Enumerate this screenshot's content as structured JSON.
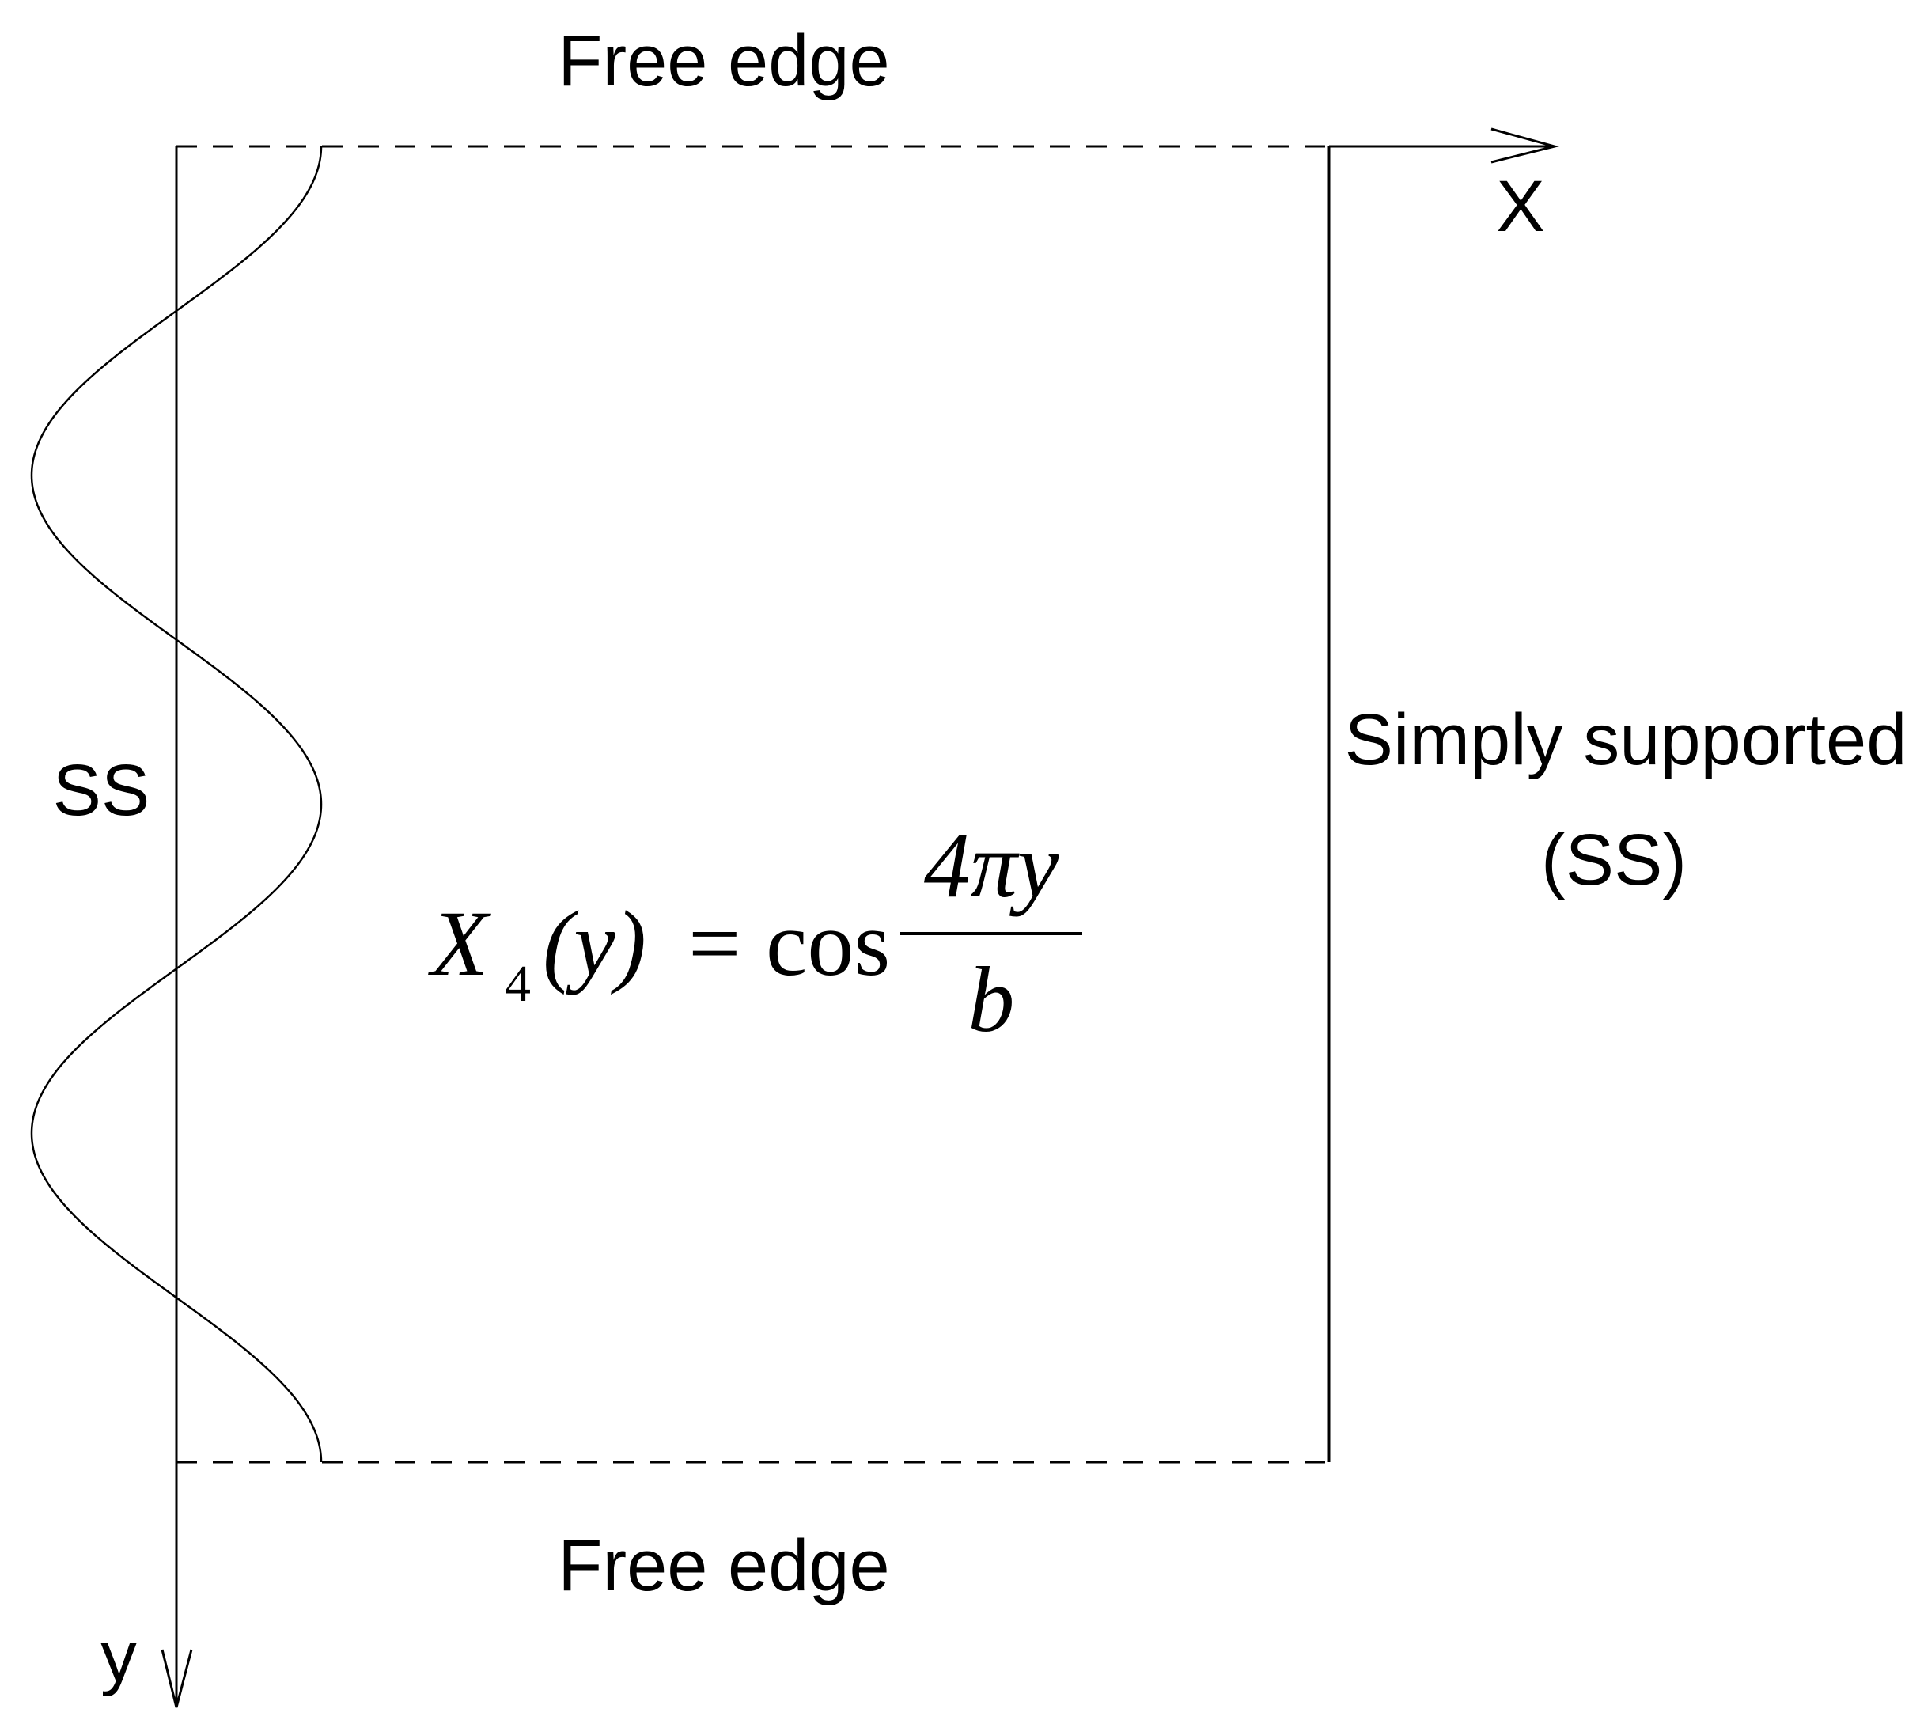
{
  "labels": {
    "top_edge": "Free edge",
    "bottom_edge": "Free edge",
    "left_edge": "SS",
    "right_edge_line1": "Simply supported",
    "right_edge_line2": "(SS)",
    "x_axis": "X",
    "y_axis": "y"
  },
  "equation": {
    "lhs_var": "X",
    "lhs_sub": "4",
    "lhs_arg": "(y)",
    "equals": "=",
    "func": "cos",
    "numerator": "4πy",
    "denominator": "b"
  },
  "mode_shape": {
    "function": "cos(4πy/b)",
    "mode_number": 4
  },
  "colors": {
    "line": "#000000",
    "background": "#ffffff"
  }
}
